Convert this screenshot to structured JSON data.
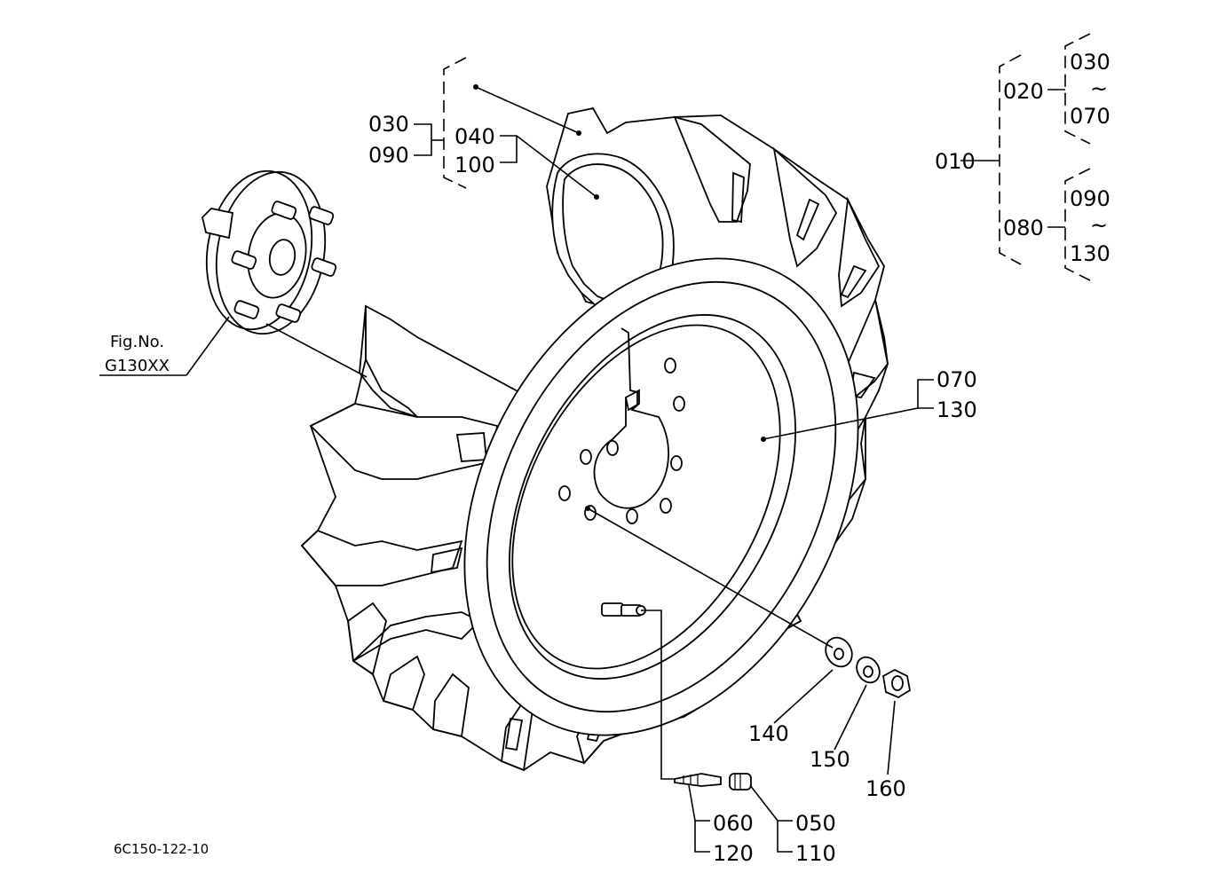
{
  "labels": {
    "p010": "010",
    "p020": "020",
    "p030_top": "030",
    "p070_top": "070",
    "tilde1": "~",
    "p080": "080",
    "p090_top": "090",
    "tilde2": "~",
    "p130_top": "130",
    "p030": "030",
    "p090": "090",
    "p040": "040",
    "p100": "100",
    "p070": "070",
    "p130": "130",
    "p140": "140",
    "p150": "150",
    "p160": "160",
    "p060": "060",
    "p120": "120",
    "p050": "050",
    "p110": "110",
    "fig_line1": "Fig.No.",
    "fig_line2": "G130XX",
    "drawing_code": "6C150-122-10"
  }
}
